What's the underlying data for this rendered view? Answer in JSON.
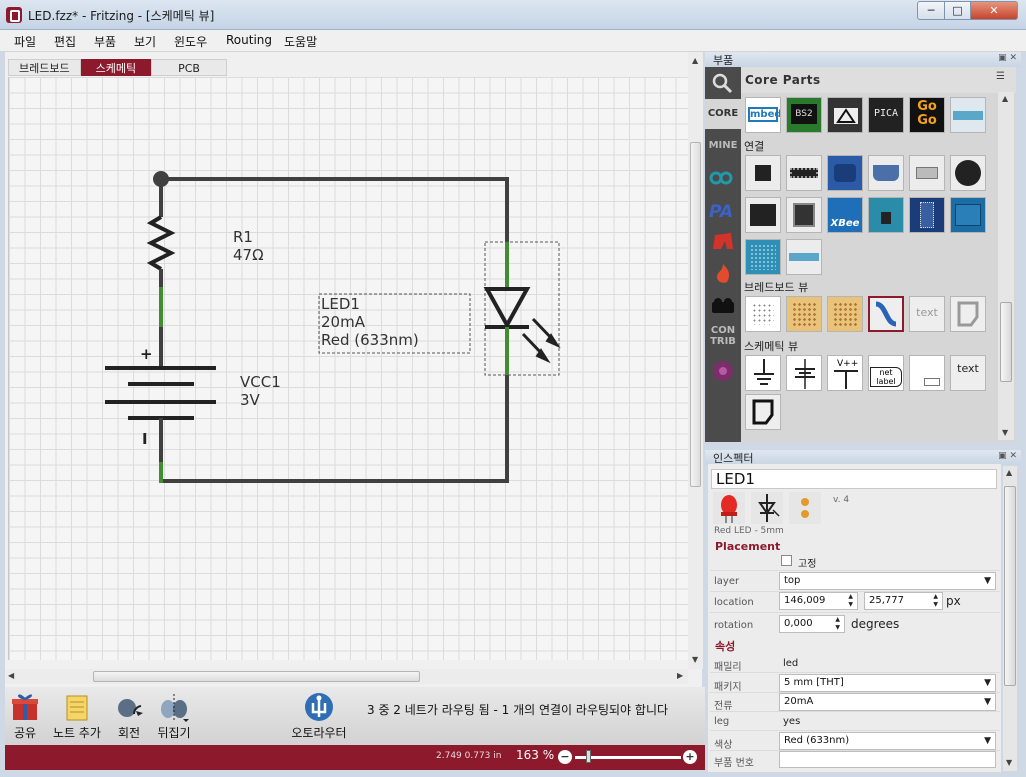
{
  "window": {
    "title": "LED.fzz* - Fritzing - [스케메틱 뷰]",
    "min": "─",
    "max": "□",
    "close": "✕"
  },
  "menu": [
    {
      "label": "파일"
    },
    {
      "label": "편집"
    },
    {
      "label": "부품"
    },
    {
      "label": "보기"
    },
    {
      "label": "윈도우"
    },
    {
      "label": "Routing"
    },
    {
      "label": "도움말"
    }
  ],
  "view_tabs": [
    {
      "label": "브레드보드",
      "active": false
    },
    {
      "label": "스케메틱",
      "active": true
    },
    {
      "label": "PCB",
      "active": false
    }
  ],
  "schematic": {
    "r1_name": "R1",
    "r1_value": "47Ω",
    "vcc_name": "VCC1",
    "vcc_value": "3V",
    "led_name": "LED1",
    "led_current": "20mA",
    "led_color": "Red (633nm)",
    "plus": "+",
    "minus": "I"
  },
  "toolbar": {
    "share": "공유",
    "add_note": "노트 추가",
    "rotate": "회전",
    "flip": "뒤집기",
    "autorouter": "오토라우터",
    "routing_status": "3 중 2 네트가 라우팅 됨 - 1 개의 연결이 라우팅되야 합니다"
  },
  "statusbar": {
    "coords": "2.749 0.773 in",
    "zoom": "163 %",
    "zoom_out": "−",
    "zoom_in": "+"
  },
  "parts_dock": {
    "title": "부품",
    "bin_title": "Core Parts",
    "bins": [
      {
        "label": "CORE",
        "icon": "core-bin"
      },
      {
        "label": "MINE",
        "icon": "mine-bin"
      },
      {
        "label": "CON\nTRIB",
        "icon": "contrib-bin"
      }
    ],
    "sections": {
      "connection": "연결",
      "breadboard_view": "브레드보드 뷰",
      "schematic_view": "스케메틱 뷰"
    },
    "part_labels": {
      "mbed": "mbed",
      "bs2": "BS2",
      "pica": "PICA",
      "gogo": "Go\nGo",
      "xbee": "XBee",
      "vcc": "V++",
      "netlabel": "net label",
      "text": "text",
      "text2": "text"
    }
  },
  "inspector": {
    "title": "인스펙터",
    "part_name": "LED1",
    "version": "v. 4",
    "description": "Red LED - 5mm",
    "placement_title": "Placement",
    "locked_label": "고정",
    "layer_label": "layer",
    "layer_value": "top",
    "location_label": "location",
    "location_x": "146,009",
    "location_y": "25,777",
    "location_unit": "px",
    "rotation_label": "rotation",
    "rotation_value": "0,000",
    "rotation_unit": "degrees",
    "properties_title": "속성",
    "props": [
      {
        "label": "패밀리",
        "value": "led",
        "combo": false
      },
      {
        "label": "패키지",
        "value": "5 mm [THT]",
        "combo": true
      },
      {
        "label": "전류",
        "value": "20mA",
        "combo": true
      },
      {
        "label": "leg",
        "value": "yes",
        "combo": false
      },
      {
        "label": "색상",
        "value": "Red (633nm)",
        "combo": true
      },
      {
        "label": "부품 번호",
        "value": "",
        "combo": false
      }
    ]
  },
  "colors": {
    "accent": "#8c1a2c",
    "wire": "#404040",
    "connector": "#418d32"
  }
}
